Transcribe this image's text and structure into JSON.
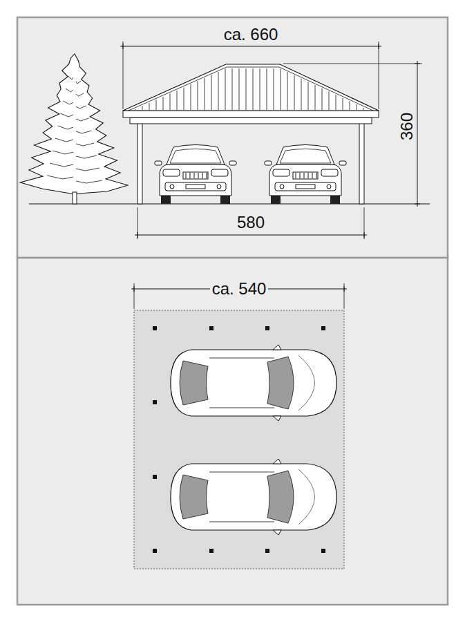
{
  "diagram": {
    "labels": [
      "ca. 660",
      "360",
      "580",
      "ca. 540"
    ]
  }
}
